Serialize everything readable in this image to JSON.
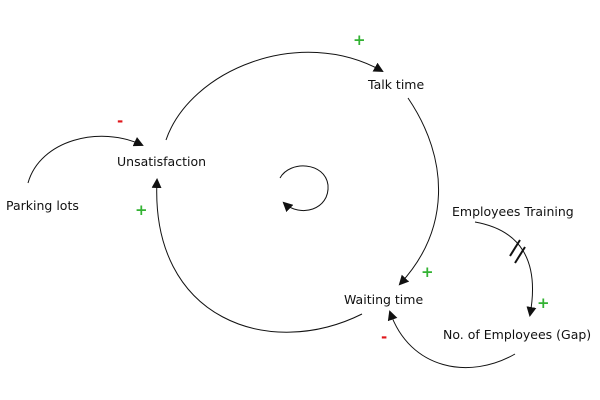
{
  "diagram": {
    "type": "causal-loop",
    "nodes": {
      "parking_lots": "Parking lots",
      "unsatisfaction": "Unsatisfaction",
      "talk_time": "Talk time",
      "waiting_time": "Waiting time",
      "employees_training": "Employees Training",
      "no_of_employees": "No. of Employees (Gap)"
    },
    "links": [
      {
        "from": "Parking lots",
        "to": "Unsatisfaction",
        "polarity": "-"
      },
      {
        "from": "Unsatisfaction",
        "to": "Talk time",
        "polarity": "+"
      },
      {
        "from": "Talk time",
        "to": "Waiting time",
        "polarity": "+"
      },
      {
        "from": "Waiting time",
        "to": "Unsatisfaction",
        "polarity": "+"
      },
      {
        "from": "Employees Training",
        "to": "No. of Employees (Gap)",
        "polarity": "+",
        "delay": true
      },
      {
        "from": "No. of Employees (Gap)",
        "to": "Waiting time",
        "polarity": "-"
      }
    ],
    "signs": {
      "parking_to_unsat": "-",
      "unsat_to_talk": "+",
      "talk_to_wait": "+",
      "wait_to_unsat": "+",
      "training_to_employees": "+",
      "employees_to_wait": "-"
    },
    "loop_indicator": "counter-clockwise-loop",
    "colors": {
      "positive": "#33b233",
      "negative": "#e0161b",
      "line": "#111111"
    }
  }
}
